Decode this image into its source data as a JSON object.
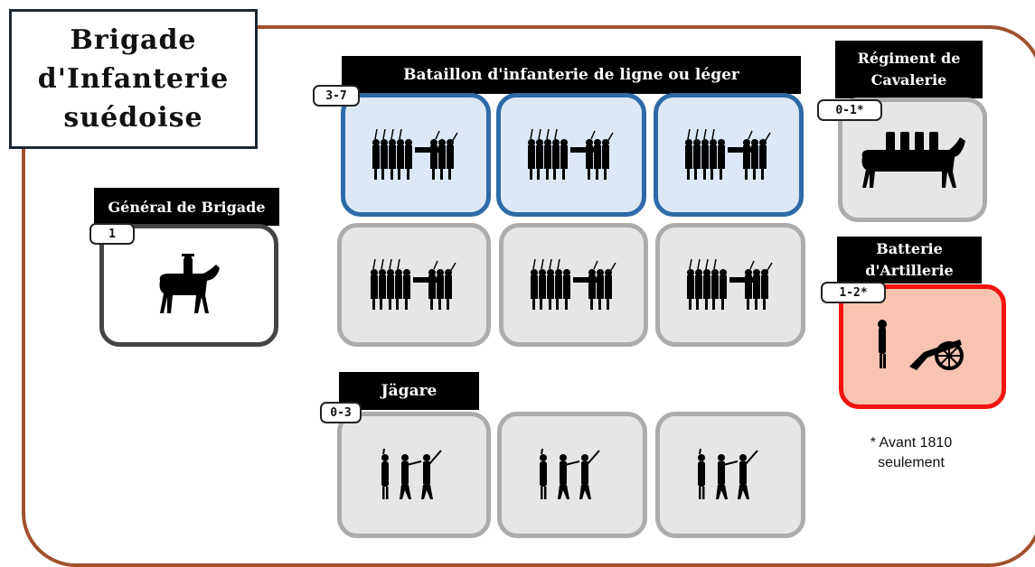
{
  "title": "Brigade\nd'Infanterie\nsuédoise",
  "general": {
    "label": "Général de Brigade",
    "count": "1"
  },
  "infantry": {
    "label": "Bataillon d'infanterie de ligne ou léger",
    "count": "3-7"
  },
  "cavalry": {
    "label": "Régiment de\nCavalerie",
    "count": "0-1*"
  },
  "artillery": {
    "label": "Batterie\nd'Artillerie",
    "count": "1-2*"
  },
  "jagare": {
    "label": "Jägare",
    "count": "0-3"
  },
  "footnote": {
    "line1": "* Avant 1810",
    "line2": "seulement"
  },
  "colors": {
    "frame": "#a0522d",
    "required_border": "#2e6aa6",
    "optional_border": "#acacac",
    "artillery_border": "#f5130f"
  },
  "icons": {
    "infantry": "line-infantry-icon",
    "cavalry": "cavalry-icon",
    "general": "mounted-general-icon",
    "artillery": "cannon-icon",
    "jagare": "skirmisher-icon"
  }
}
